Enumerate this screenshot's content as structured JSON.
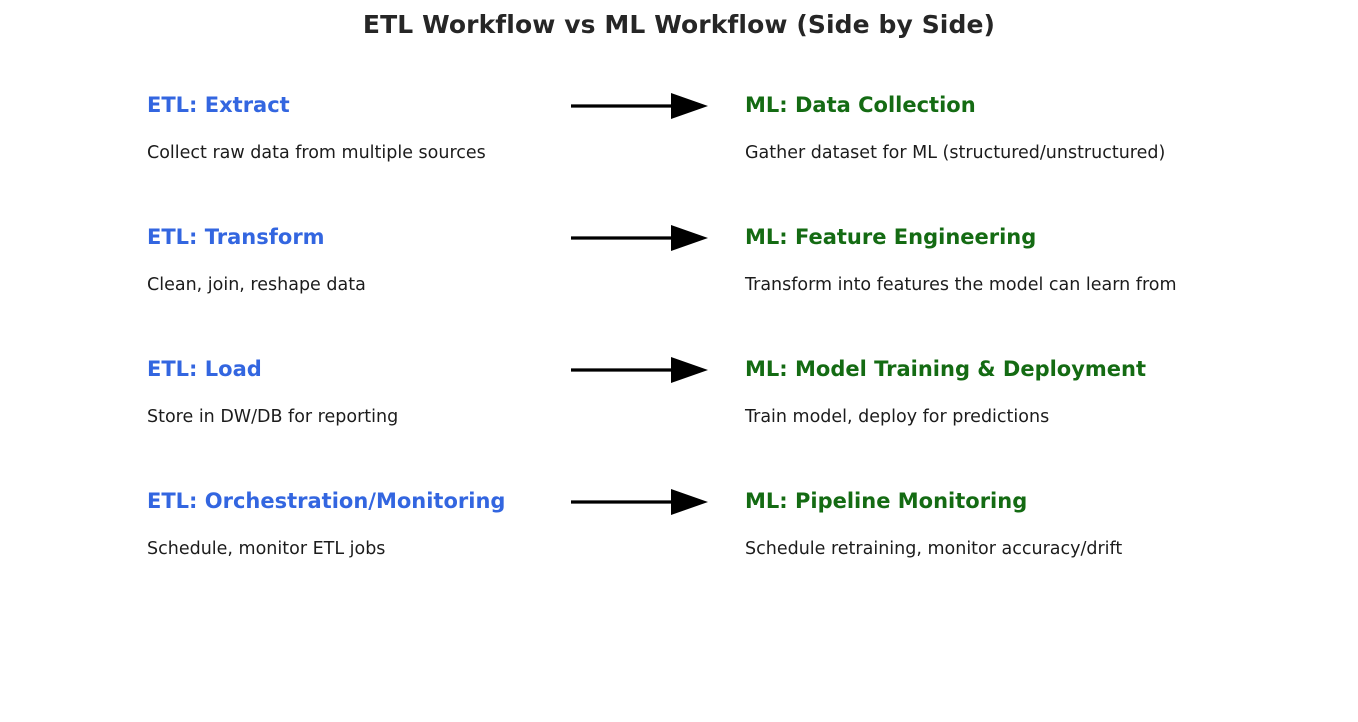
{
  "title": "ETL Workflow vs ML Workflow (Side by Side)",
  "colors": {
    "etl_heading": "#3366e0",
    "ml_heading": "#146b13",
    "description": "#1c1c1c",
    "title": "#262626",
    "arrow": "#000000",
    "background": "#ffffff"
  },
  "arrow_icon_name": "right-arrow-icon",
  "rows": [
    {
      "etl": {
        "heading": "ETL: Extract",
        "description": "Collect raw data from multiple sources"
      },
      "ml": {
        "heading": "ML: Data Collection",
        "description": "Gather dataset for ML (structured/unstructured)"
      }
    },
    {
      "etl": {
        "heading": "ETL: Transform",
        "description": "Clean, join, reshape data"
      },
      "ml": {
        "heading": "ML: Feature Engineering",
        "description": "Transform into features the model can learn from"
      }
    },
    {
      "etl": {
        "heading": "ETL: Load",
        "description": "Store in DW/DB for reporting"
      },
      "ml": {
        "heading": "ML: Model Training & Deployment",
        "description": "Train model, deploy for predictions"
      }
    },
    {
      "etl": {
        "heading": "ETL: Orchestration/Monitoring",
        "description": "Schedule, monitor ETL jobs"
      },
      "ml": {
        "heading": "ML: Pipeline Monitoring",
        "description": "Schedule retraining, monitor accuracy/drift"
      }
    }
  ]
}
